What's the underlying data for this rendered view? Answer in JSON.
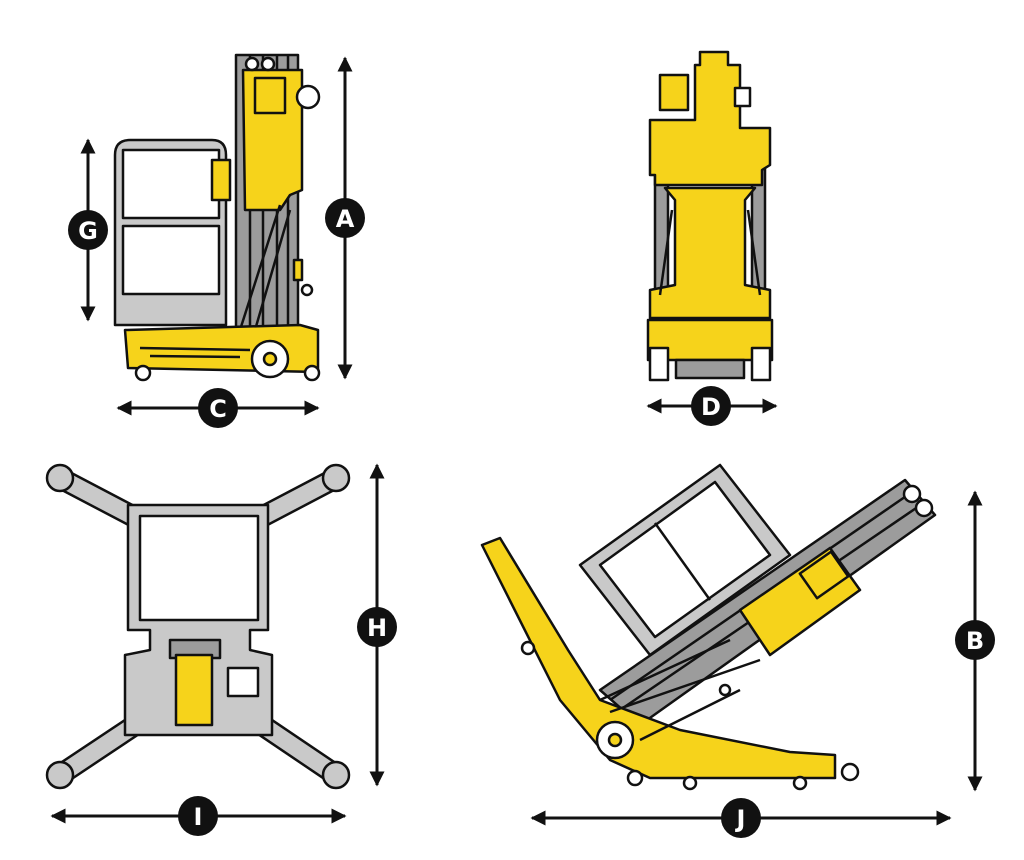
{
  "colors": {
    "machine_yellow": "#f6d31b",
    "outline": "#111111",
    "platform_gray": "#c9c9c9",
    "mast_gray": "#9c9c9c",
    "badge": "#111111",
    "background": "#ffffff"
  },
  "dimensions": {
    "A": {
      "label": "A"
    },
    "B": {
      "label": "B"
    },
    "C": {
      "label": "C"
    },
    "D": {
      "label": "D"
    },
    "G": {
      "label": "G"
    },
    "H": {
      "label": "H"
    },
    "I": {
      "label": "I"
    },
    "J": {
      "label": "J"
    }
  }
}
